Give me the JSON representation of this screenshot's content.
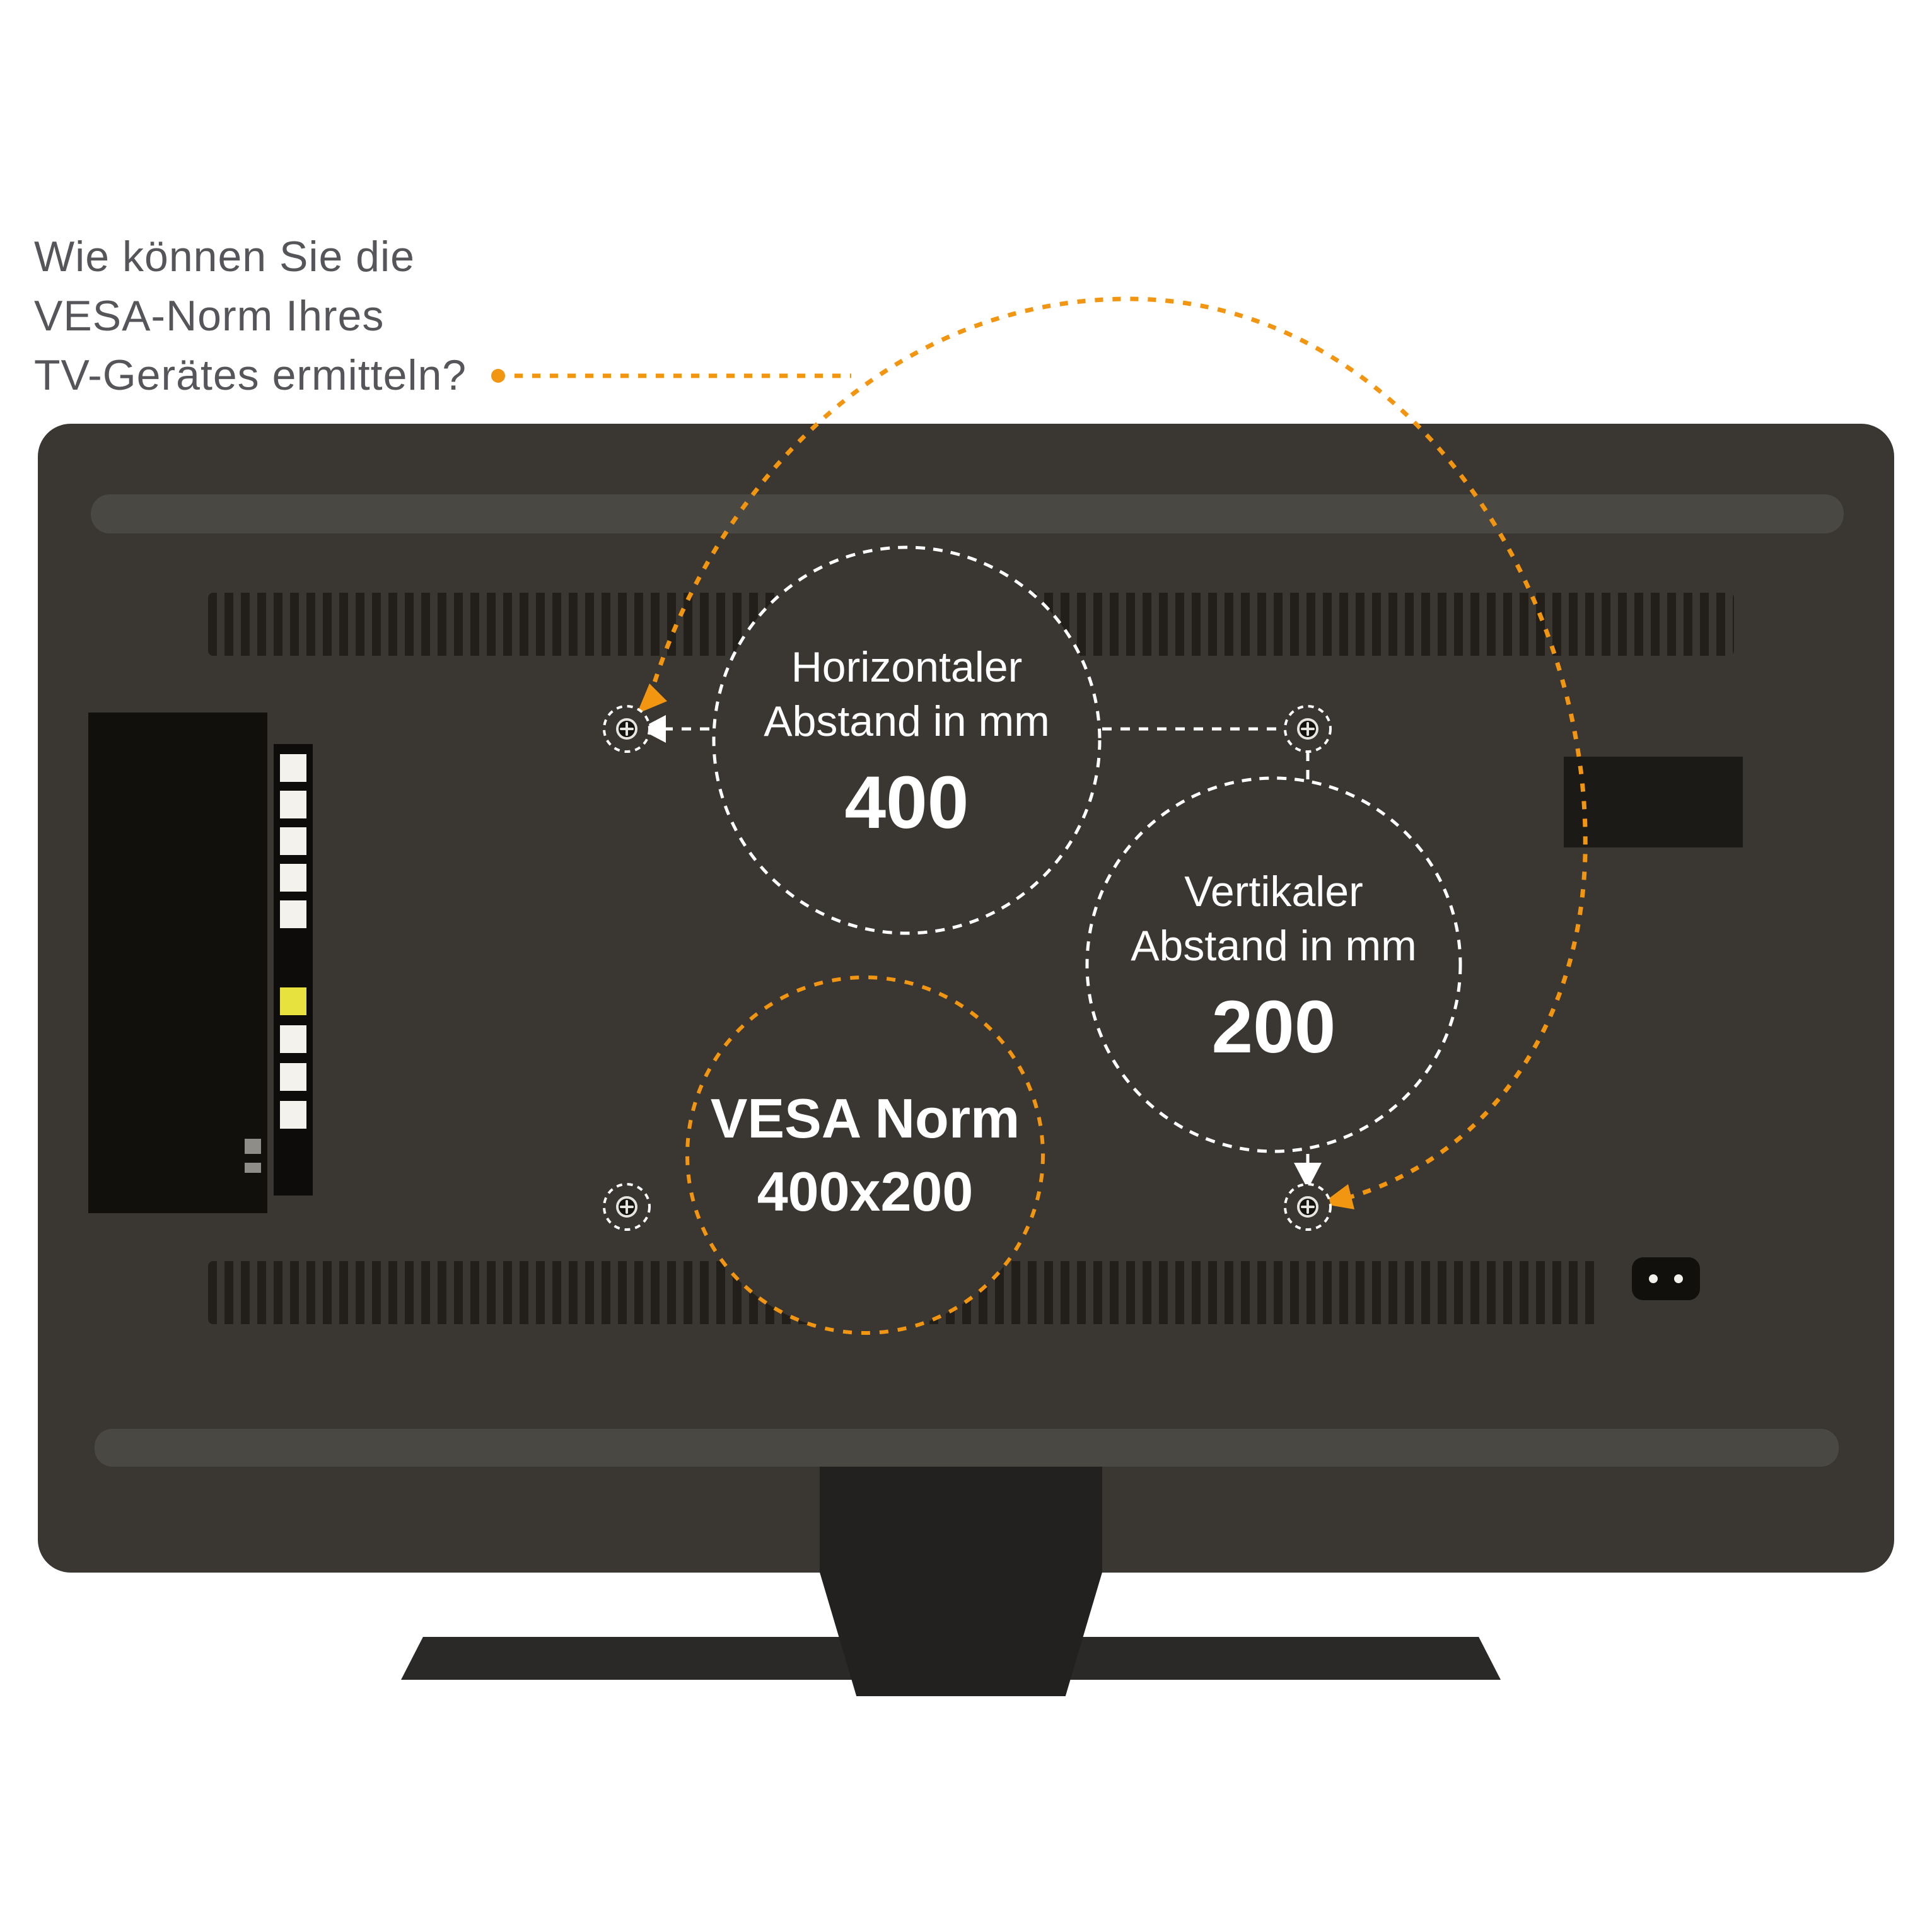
{
  "question": {
    "lines": [
      "Wie können Sie die",
      "VESA-Norm Ihres",
      "TV-Gerätes ermitteln?"
    ]
  },
  "labels": {
    "horizontal": {
      "title": "Horizontaler",
      "subtitle": "Abstand in mm",
      "value": "400"
    },
    "vertical": {
      "title": "Vertikaler",
      "subtitle": "Abstand in mm",
      "value": "200"
    },
    "vesa": {
      "title": "VESA Norm",
      "value": "400x200"
    }
  },
  "colors": {
    "accent-orange": "#f29511",
    "tv-body": "#3a3733",
    "tv-band": "#4a4843",
    "vent-slot": "#221f1b",
    "panel-black": "#11100d",
    "connector-strip": "#0d0c0a",
    "connector-white": "#f4f2ed",
    "connector-yellow": "#e7e23e",
    "side-panel": "#1c1a17",
    "stand-dark": "#232120",
    "stand-base": "#2b2927",
    "question-gray": "#55555a"
  }
}
